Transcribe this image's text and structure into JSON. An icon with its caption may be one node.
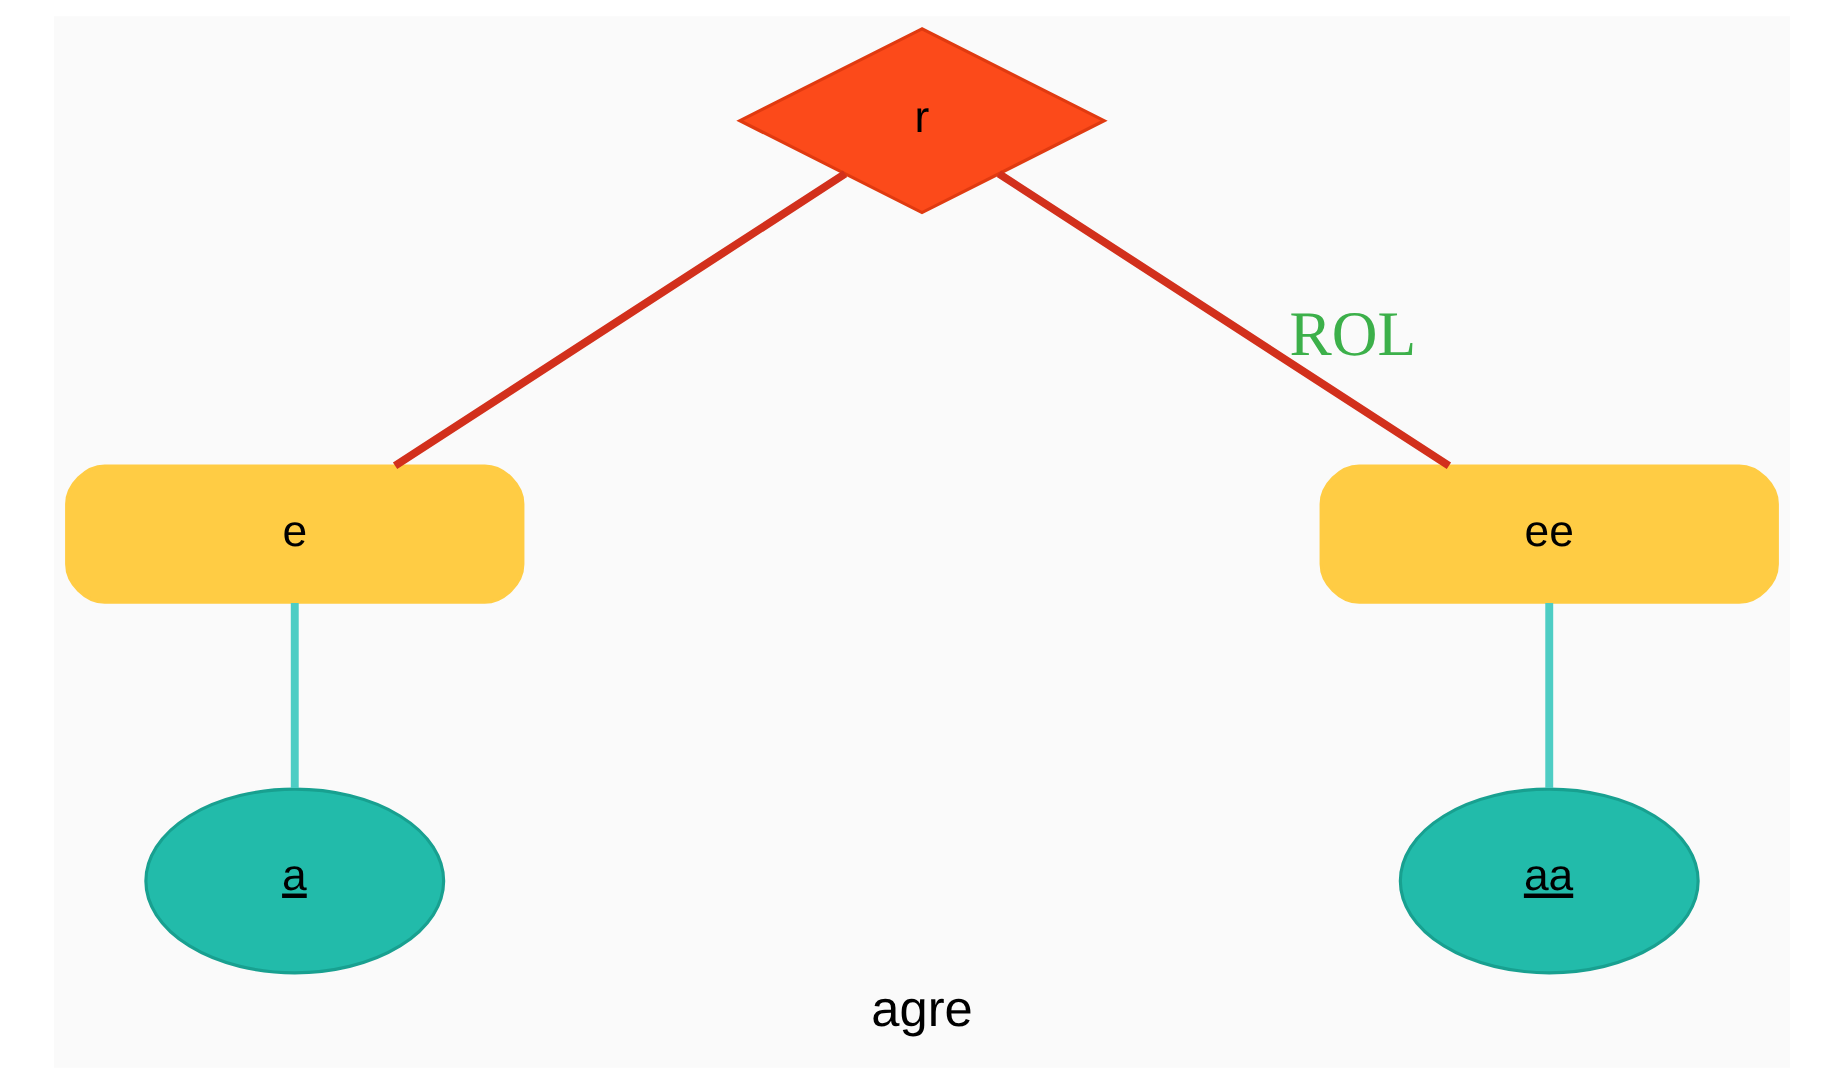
{
  "diagram": {
    "caption": "agre",
    "nodes": [
      {
        "text": [
          "r"
        ]
      },
      {
        "text": [
          "e"
        ]
      },
      {
        "text": [
          "ee"
        ]
      },
      {
        "text": [
          "a"
        ]
      },
      {
        "text": [
          "aa"
        ]
      }
    ],
    "edges": [
      {
        "from": 0,
        "to": 1,
        "arrow": "none",
        "color": "#d2301c"
      },
      {
        "from": 0,
        "to": 2,
        "arrow": "none",
        "label": "ROL",
        "color": "#d2301c"
      },
      {
        "from": 1,
        "to": 3,
        "arrow": "none",
        "color": "#4ecdc4"
      },
      {
        "from": 2,
        "to": 4,
        "arrow": "none",
        "color": "#4ecdc4"
      }
    ]
  }
}
